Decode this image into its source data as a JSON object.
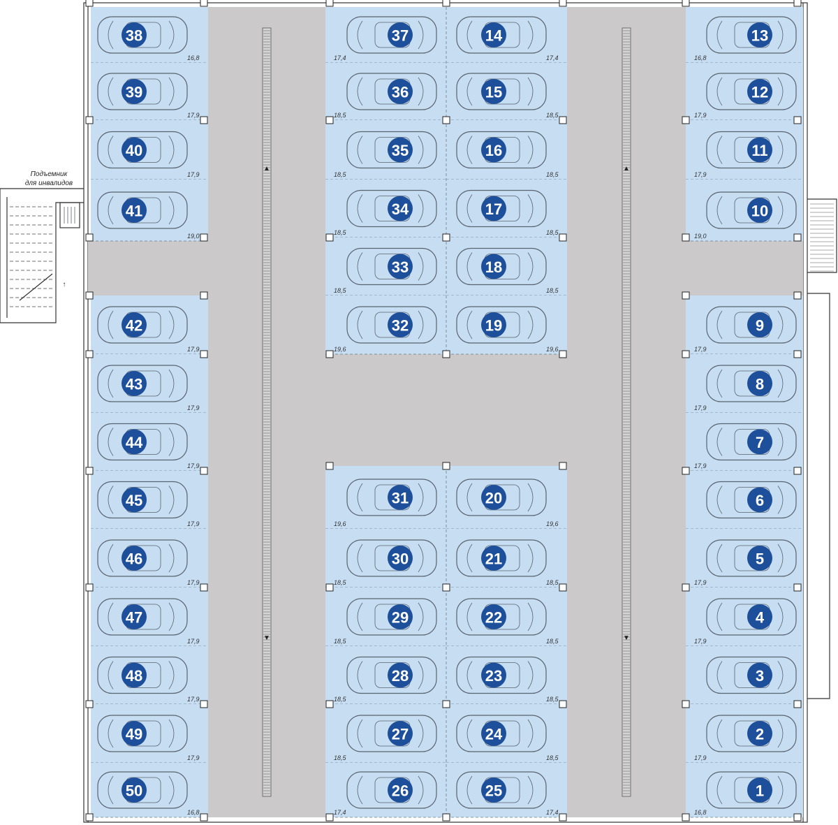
{
  "lift_label": {
    "line1": "Подъемник",
    "line2": "для инвалидов"
  },
  "spots": [
    {
      "n": "1",
      "area": "16,8"
    },
    {
      "n": "2",
      "area": "17,9"
    },
    {
      "n": "3",
      "area": ""
    },
    {
      "n": "4",
      "area": "17,9"
    },
    {
      "n": "5",
      "area": "17,9"
    },
    {
      "n": "6",
      "area": ""
    },
    {
      "n": "7",
      "area": "17,9"
    },
    {
      "n": "8",
      "area": "17,9"
    },
    {
      "n": "9",
      "area": "17,9"
    },
    {
      "n": "10",
      "area": "19,0"
    },
    {
      "n": "11",
      "area": "17,9"
    },
    {
      "n": "12",
      "area": "17,9"
    },
    {
      "n": "13",
      "area": "16,8"
    },
    {
      "n": "14",
      "area": "17,4"
    },
    {
      "n": "15",
      "area": "18,5"
    },
    {
      "n": "16",
      "area": "18,5"
    },
    {
      "n": "17",
      "area": "18,5"
    },
    {
      "n": "18",
      "area": "18,5"
    },
    {
      "n": "19",
      "area": "19,6"
    },
    {
      "n": "20",
      "area": "19,6"
    },
    {
      "n": "21",
      "area": "18,5"
    },
    {
      "n": "22",
      "area": "18,5"
    },
    {
      "n": "23",
      "area": "18,5"
    },
    {
      "n": "24",
      "area": "18,5"
    },
    {
      "n": "25",
      "area": "17,4"
    },
    {
      "n": "26",
      "area": "17,4"
    },
    {
      "n": "27",
      "area": "18,5"
    },
    {
      "n": "28",
      "area": "18,5"
    },
    {
      "n": "29",
      "area": "18,5"
    },
    {
      "n": "30",
      "area": "18,5"
    },
    {
      "n": "31",
      "area": "19,6"
    },
    {
      "n": "32",
      "area": "19,6"
    },
    {
      "n": "33",
      "area": "18,5"
    },
    {
      "n": "34",
      "area": "18,5"
    },
    {
      "n": "35",
      "area": "18,5"
    },
    {
      "n": "36",
      "area": "18,5"
    },
    {
      "n": "37",
      "area": "17,4"
    },
    {
      "n": "38",
      "area": "16,8"
    },
    {
      "n": "39",
      "area": "17,9"
    },
    {
      "n": "40",
      "area": "17,9"
    },
    {
      "n": "41",
      "area": "19,0"
    },
    {
      "n": "42",
      "area": "17,9"
    },
    {
      "n": "43",
      "area": "17,9"
    },
    {
      "n": "44",
      "area": "17,9"
    },
    {
      "n": "45",
      "area": "17,9"
    },
    {
      "n": "46",
      "area": "17,9"
    },
    {
      "n": "47",
      "area": "17,9"
    },
    {
      "n": "48",
      "area": "17,9"
    },
    {
      "n": "49",
      "area": "17,9"
    },
    {
      "n": "50",
      "area": "16,8"
    }
  ],
  "colors": {
    "spot_fill": "#c6ddf2",
    "aisle_fill": "#cbc9c9",
    "badge_fill": "#1d4f9b"
  }
}
